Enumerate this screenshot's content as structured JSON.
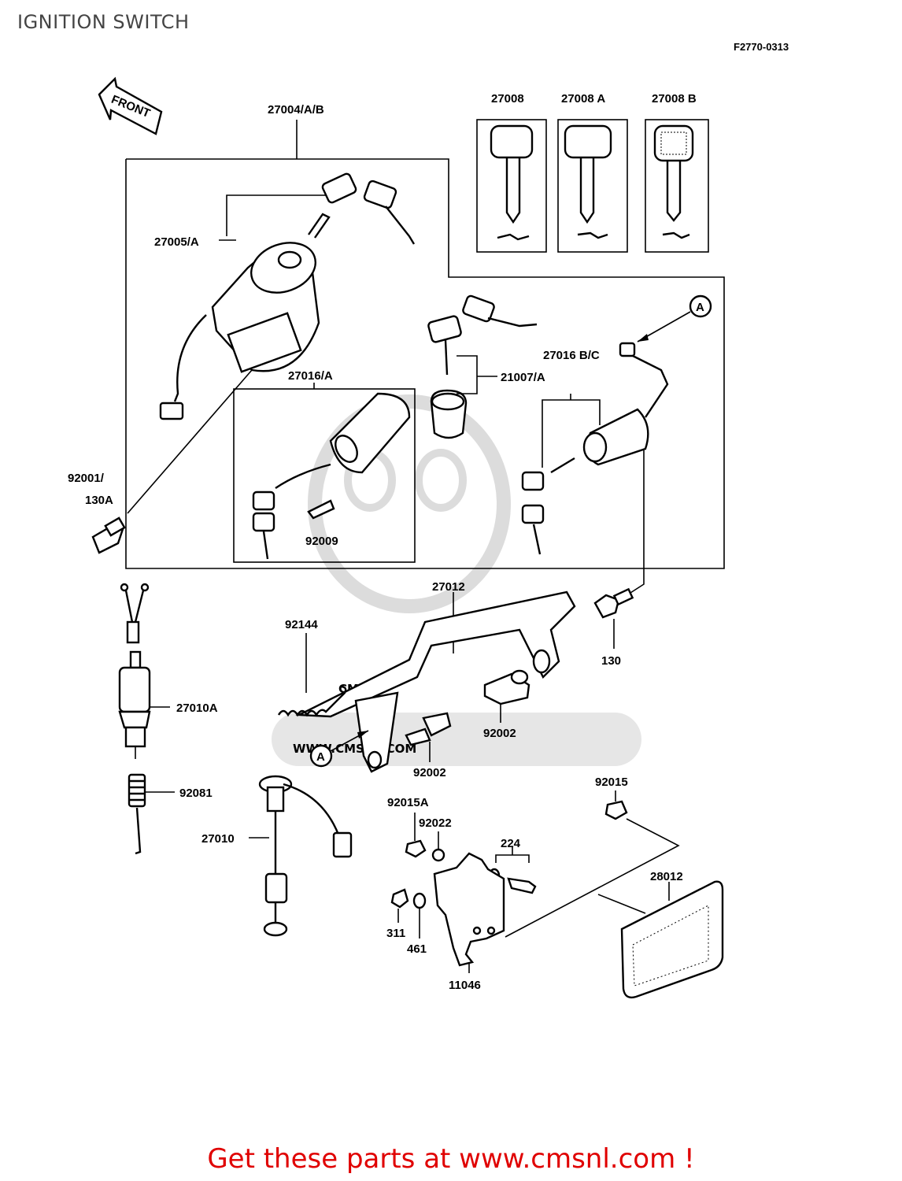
{
  "header": {
    "title": "IGNITION SWITCH",
    "diagram_code": "F2770-0313"
  },
  "front_arrow": "FRONT",
  "watermark": {
    "brand": "CMS",
    "url": "WWW.CMSNL.COM"
  },
  "part_labels": {
    "p27004": "27004/A/B",
    "p27008": "27008",
    "p27008a": "27008 A",
    "p27008b": "27008 B",
    "p27005": "27005/A",
    "p27016a": "27016/A",
    "p27016bc": "27016 B/C",
    "p21007": "21007/A",
    "p92001": "92001/",
    "p130a": "130A",
    "p92009": "92009",
    "p27012": "27012",
    "p92144": "92144",
    "p130": "130",
    "p27010a": "27010A",
    "p92002a": "92002",
    "p92002b": "92002",
    "p92081": "92081",
    "p27010": "27010",
    "p92015a": "92015A",
    "p92022": "92022",
    "p224": "224",
    "p92015": "92015",
    "p28012": "28012",
    "p311": "311",
    "p461": "461",
    "p11046": "11046"
  },
  "callouts": {
    "ref_a_top": "A",
    "ref_a_bottom": "A"
  },
  "footer": {
    "text": "Get these parts at www.cmsnl.com !"
  },
  "colors": {
    "footer": "#e00000",
    "watermark": "#d8d8d8"
  }
}
